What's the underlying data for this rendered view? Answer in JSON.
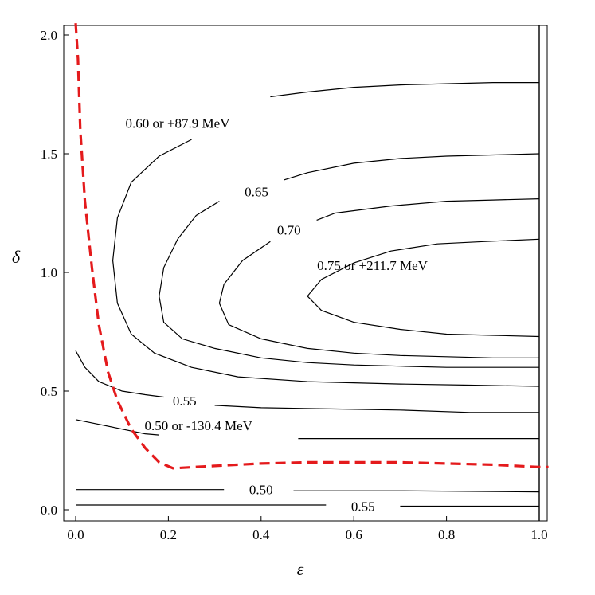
{
  "chart_data": {
    "type": "contour",
    "xlabel": "ε",
    "ylabel": "δ",
    "xlim": [
      -0.03,
      1.02
    ],
    "ylim": [
      -0.05,
      2.05
    ],
    "x_ticks": [
      {
        "value": 0.0,
        "label": "0.0"
      },
      {
        "value": 0.2,
        "label": "0.2"
      },
      {
        "value": 0.4,
        "label": "0.4"
      },
      {
        "value": 0.6,
        "label": "0.6"
      },
      {
        "value": 0.8,
        "label": "0.8"
      },
      {
        "value": 1.0,
        "label": "1.0"
      }
    ],
    "y_ticks": [
      {
        "value": 0.0,
        "label": "0.0"
      },
      {
        "value": 0.5,
        "label": "0.5"
      },
      {
        "value": 1.0,
        "label": "1.0"
      },
      {
        "value": 1.5,
        "label": "1.5"
      },
      {
        "value": 2.0,
        "label": "2.0"
      }
    ],
    "grid": false,
    "contours": [
      {
        "level": 0.75,
        "label": "0.75 or +211.7 MeV",
        "label_at": [
          0.64,
          1.03
        ],
        "points": [
          [
            1.0,
            1.14
          ],
          [
            0.88,
            1.13
          ],
          [
            0.78,
            1.12
          ],
          [
            0.68,
            1.09
          ],
          [
            0.6,
            1.04
          ],
          [
            0.53,
            0.97
          ],
          [
            0.5,
            0.9
          ],
          [
            0.53,
            0.84
          ],
          [
            0.6,
            0.79
          ],
          [
            0.7,
            0.76
          ],
          [
            0.8,
            0.74
          ],
          [
            0.9,
            0.735
          ],
          [
            1.0,
            0.73
          ]
        ]
      },
      {
        "level": 0.7,
        "label": "0.70",
        "label_at": [
          0.46,
          1.18
        ],
        "points": [
          [
            1.0,
            1.31
          ],
          [
            0.9,
            1.305
          ],
          [
            0.8,
            1.3
          ],
          [
            0.68,
            1.28
          ],
          [
            0.56,
            1.25
          ],
          [
            0.52,
            1.22
          ]
        ],
        "points_lower": [
          [
            0.42,
            1.13
          ],
          [
            0.36,
            1.05
          ],
          [
            0.32,
            0.95
          ],
          [
            0.31,
            0.87
          ],
          [
            0.33,
            0.78
          ],
          [
            0.4,
            0.72
          ],
          [
            0.5,
            0.68
          ],
          [
            0.6,
            0.66
          ],
          [
            0.7,
            0.65
          ],
          [
            0.8,
            0.645
          ],
          [
            0.9,
            0.64
          ],
          [
            1.0,
            0.64
          ]
        ]
      },
      {
        "level": 0.65,
        "label": "0.65",
        "label_at": [
          0.39,
          1.34
        ],
        "points": [
          [
            1.0,
            1.5
          ],
          [
            0.9,
            1.495
          ],
          [
            0.8,
            1.49
          ],
          [
            0.7,
            1.48
          ],
          [
            0.6,
            1.46
          ],
          [
            0.5,
            1.42
          ],
          [
            0.45,
            1.39
          ]
        ],
        "points_lower": [
          [
            0.31,
            1.3
          ],
          [
            0.26,
            1.24
          ],
          [
            0.22,
            1.14
          ],
          [
            0.19,
            1.02
          ],
          [
            0.18,
            0.9
          ],
          [
            0.19,
            0.79
          ],
          [
            0.23,
            0.72
          ],
          [
            0.3,
            0.68
          ],
          [
            0.4,
            0.64
          ],
          [
            0.5,
            0.62
          ],
          [
            0.6,
            0.61
          ],
          [
            0.7,
            0.605
          ],
          [
            0.8,
            0.6
          ],
          [
            1.0,
            0.6
          ]
        ]
      },
      {
        "level": 0.6,
        "label": "0.60 or +87.9 MeV",
        "label_at": [
          0.22,
          1.63
        ],
        "points": [
          [
            1.0,
            1.8
          ],
          [
            0.9,
            1.8
          ],
          [
            0.8,
            1.795
          ],
          [
            0.7,
            1.79
          ],
          [
            0.6,
            1.78
          ],
          [
            0.5,
            1.76
          ],
          [
            0.42,
            1.74
          ]
        ],
        "points_lower": [
          [
            0.25,
            1.56
          ],
          [
            0.18,
            1.49
          ],
          [
            0.12,
            1.38
          ],
          [
            0.09,
            1.23
          ],
          [
            0.08,
            1.05
          ],
          [
            0.09,
            0.87
          ],
          [
            0.12,
            0.74
          ],
          [
            0.17,
            0.66
          ],
          [
            0.25,
            0.6
          ],
          [
            0.35,
            0.56
          ],
          [
            0.5,
            0.54
          ],
          [
            0.7,
            0.53
          ],
          [
            0.85,
            0.525
          ],
          [
            1.0,
            0.52
          ]
        ]
      },
      {
        "level": 0.55,
        "label": "0.55",
        "label_at": [
          0.235,
          0.46
        ],
        "points": [
          [
            0.0,
            0.67
          ],
          [
            0.02,
            0.6
          ],
          [
            0.05,
            0.54
          ],
          [
            0.1,
            0.5
          ],
          [
            0.15,
            0.485
          ],
          [
            0.19,
            0.475
          ]
        ],
        "points_lower": [
          [
            0.3,
            0.44
          ],
          [
            0.4,
            0.43
          ],
          [
            0.55,
            0.425
          ],
          [
            0.7,
            0.42
          ],
          [
            0.85,
            0.41
          ],
          [
            1.0,
            0.41
          ]
        ]
      },
      {
        "level": 0.5,
        "label": "0.50 or -130.4 MeV",
        "label_at": [
          0.265,
          0.355
        ],
        "points": [
          [
            0.0,
            0.38
          ],
          [
            0.05,
            0.36
          ],
          [
            0.1,
            0.34
          ],
          [
            0.15,
            0.32
          ],
          [
            0.18,
            0.315
          ]
        ],
        "points_lower": [
          [
            0.48,
            0.3
          ],
          [
            0.6,
            0.3
          ],
          [
            0.8,
            0.3
          ],
          [
            1.0,
            0.3
          ]
        ]
      },
      {
        "level": 0.5,
        "label": "0.50",
        "label_at": [
          0.4,
          0.085
        ],
        "points": [
          [
            0.0,
            0.085
          ],
          [
            0.32,
            0.085
          ]
        ],
        "points_lower": [
          [
            0.47,
            0.08
          ],
          [
            0.7,
            0.08
          ],
          [
            1.0,
            0.075
          ]
        ]
      },
      {
        "level": 0.55,
        "label": "0.55",
        "label_at": [
          0.62,
          0.015
        ],
        "points": [
          [
            0.0,
            0.02
          ],
          [
            0.54,
            0.02
          ]
        ],
        "points_lower": [
          [
            0.7,
            0.015
          ],
          [
            1.0,
            0.015
          ]
        ]
      }
    ],
    "boundary": {
      "style": "dashed",
      "color": "#e41a1c",
      "points": [
        [
          0.0,
          2.05
        ],
        [
          0.005,
          1.9
        ],
        [
          0.01,
          1.6
        ],
        [
          0.02,
          1.3
        ],
        [
          0.035,
          1.02
        ],
        [
          0.05,
          0.78
        ],
        [
          0.07,
          0.58
        ],
        [
          0.09,
          0.46
        ],
        [
          0.12,
          0.34
        ],
        [
          0.15,
          0.26
        ],
        [
          0.18,
          0.2
        ],
        [
          0.21,
          0.175
        ],
        [
          0.3,
          0.185
        ],
        [
          0.4,
          0.195
        ],
        [
          0.5,
          0.2
        ],
        [
          0.6,
          0.2
        ],
        [
          0.7,
          0.2
        ],
        [
          0.8,
          0.195
        ],
        [
          0.9,
          0.19
        ],
        [
          1.0,
          0.18
        ],
        [
          1.02,
          0.18
        ]
      ]
    }
  }
}
